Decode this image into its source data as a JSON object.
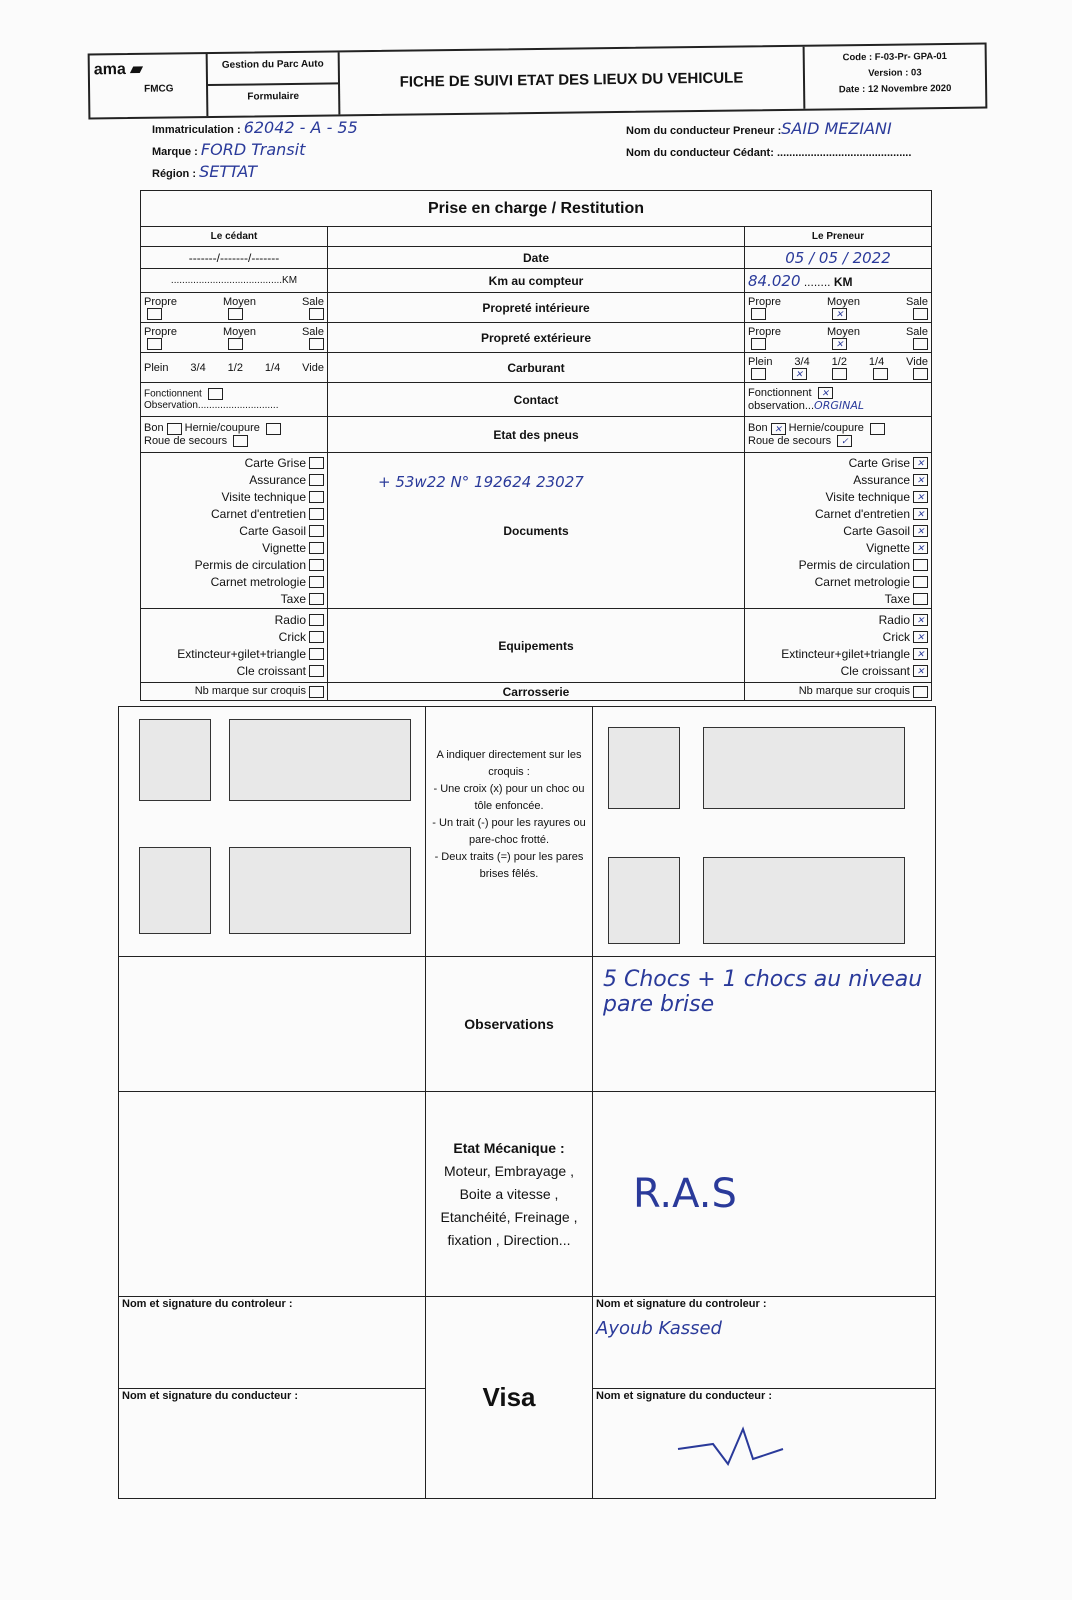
{
  "header": {
    "logo": "ama FMCG",
    "dept": "Gestion du Parc Auto",
    "type": "Formulaire",
    "title": "FICHE DE SUIVI ETAT DES LIEUX DU VEHICULE",
    "code": "Code : F-03-Pr- GPA-01",
    "version": "Version : 03",
    "date": "Date : 12 Novembre 2020"
  },
  "vehicle": {
    "immat_label": "Immatriculation :",
    "immat": "62042 - A - 55",
    "marque_label": "Marque :",
    "marque": "FORD Transit",
    "region_label": "Région :",
    "region": "SETTAT",
    "preneur_label": "Nom du conducteur Preneur :",
    "preneur": "SAID MEZIANI",
    "cedant_label": "Nom du conducteur Cédant:",
    "cedant": "............................................"
  },
  "table": {
    "title": "Prise en charge / Restitution",
    "cedant": "Le cédant",
    "preneur": "Le Preneur",
    "rows": {
      "date": "Date",
      "km": "Km au compteur",
      "prop_int": "Propreté intérieure",
      "prop_ext": "Propreté extérieure",
      "carburant": "Carburant",
      "contact": "Contact",
      "pneus": "Etat des pneus",
      "documents": "Documents",
      "equipements": "Equipements",
      "carrosserie": "Carrosserie"
    },
    "left_date": "-------/-------/-------",
    "left_km": "........................................KM",
    "right_date": "05 / 05 / 2022",
    "right_km": "84.020",
    "km_unit": "KM",
    "prop": [
      "Propre",
      "Moyen",
      "Sale"
    ],
    "fuel": [
      "Plein",
      "3/4",
      "1/2",
      "1/4",
      "Vide"
    ],
    "fonctionnent": "Fonctionnent",
    "observation_left": "Observation.............................",
    "observation_right": "observation...",
    "observation_value": "ORGINAL",
    "bon": "Bon",
    "hernie": "Hernie/coupure",
    "roue": "Roue de secours",
    "documents_note": "+ 53w22 N° 192624 23027",
    "docs": [
      {
        "label": "Carte Grise",
        "checked": true
      },
      {
        "label": "Assurance",
        "checked": true
      },
      {
        "label": "Visite technique",
        "checked": true
      },
      {
        "label": "Carnet d'entretien",
        "checked": true
      },
      {
        "label": "Carte Gasoil",
        "checked": true
      },
      {
        "label": "Vignette",
        "checked": true
      },
      {
        "label": "Permis de circulation",
        "checked": false
      },
      {
        "label": "Carnet metrologie",
        "checked": false
      },
      {
        "label": "Taxe",
        "checked": false
      }
    ],
    "equip": [
      {
        "label": "Radio",
        "checked": true
      },
      {
        "label": "Crick",
        "checked": true
      },
      {
        "label": "Extincteur+gilet+triangle",
        "checked": true
      },
      {
        "label": "Cle croissant",
        "checked": true
      }
    ],
    "nb_marque": "Nb marque sur croquis"
  },
  "croquis": {
    "instructions_title": "A indiquer directement sur les croquis :",
    "i1": "- Une croix (x) pour un choc ou tôle enfoncée.",
    "i2": "- Un trait (-) pour les rayures ou pare-choc frotté.",
    "i3": "- Deux traits (=) pour les pares brises fêlés."
  },
  "observations": {
    "label": "Observations",
    "value": "5 Chocs + 1 chocs au niveau pare brise"
  },
  "mecanique": {
    "title": "Etat Mécanique :",
    "detail": "Moteur, Embrayage , Boite a vitesse , Etanchéité, Freinage , fixation , Direction...",
    "value": "R.A.S"
  },
  "signatures": {
    "controleur_left": "Nom et signature du controleur :",
    "conducteur_left": "Nom et signature du conducteur :",
    "visa": "Visa",
    "controleur_right": "Nom et signature du controleur :",
    "controleur_name": "Ayoub Kassed",
    "conducteur_right": "Nom et signature du conducteur :"
  }
}
